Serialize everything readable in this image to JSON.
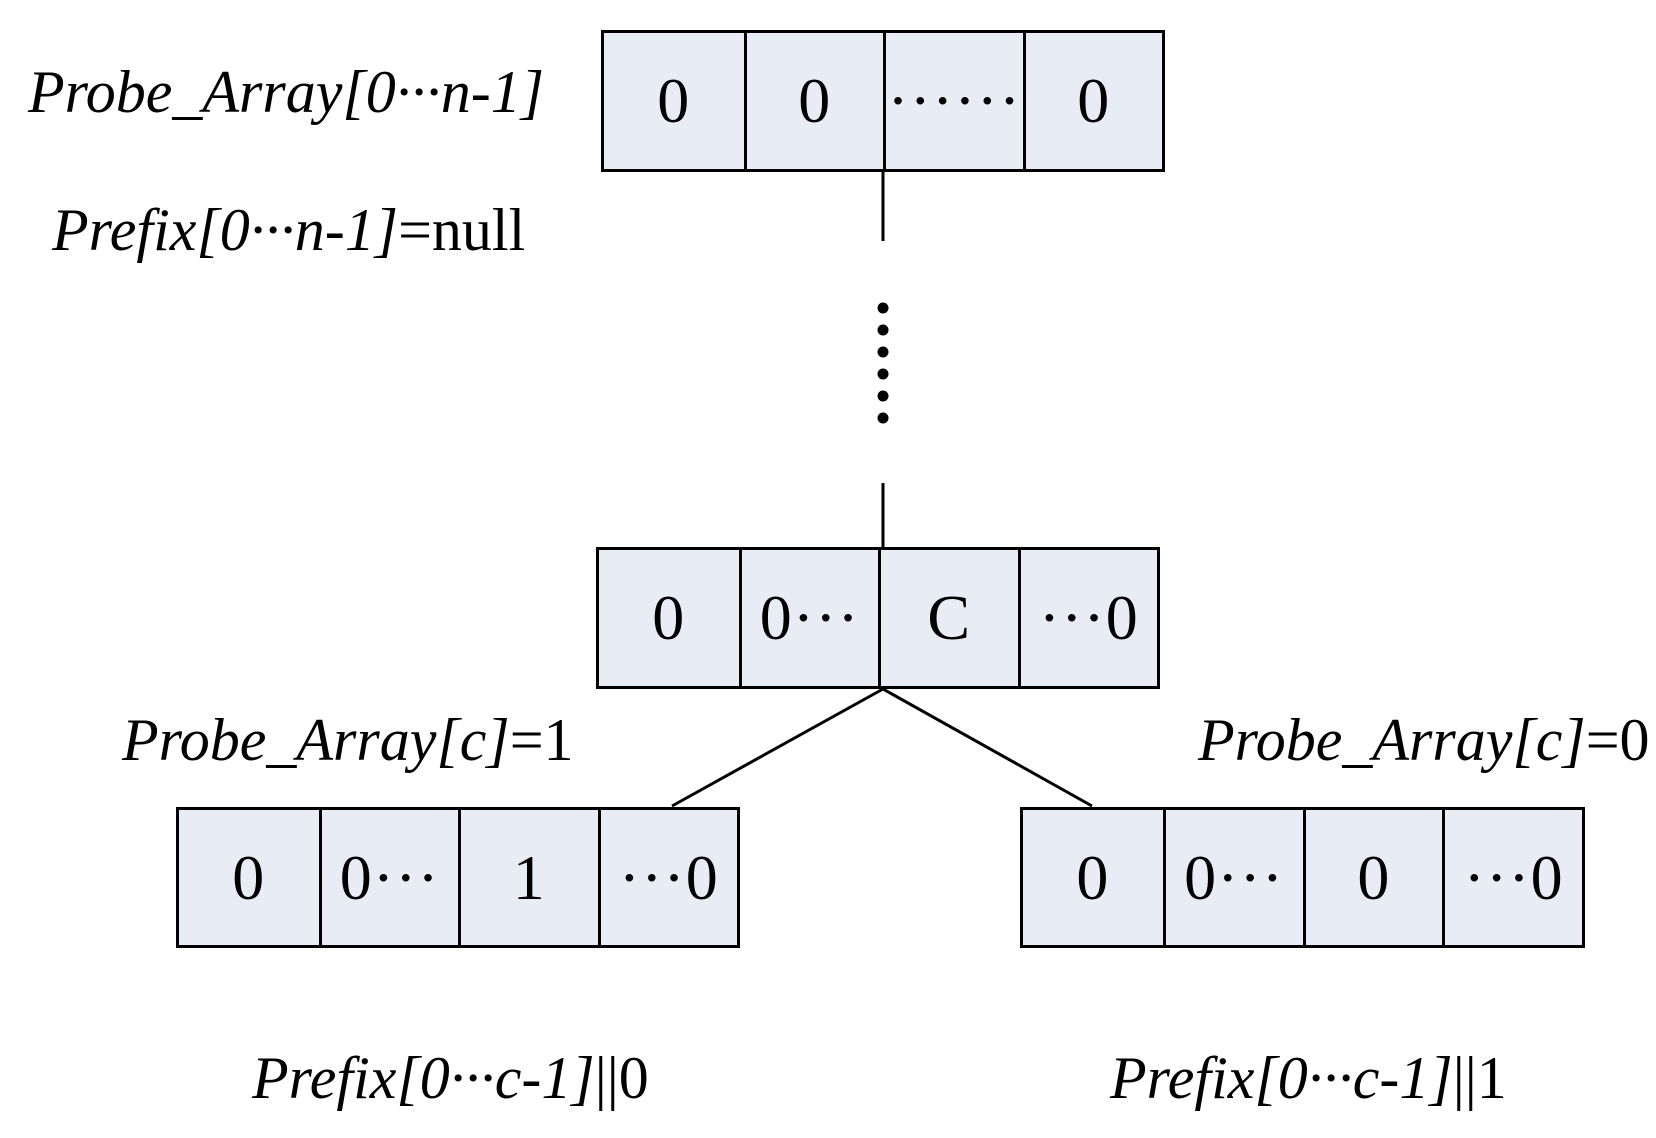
{
  "diagram": {
    "title_hint": "Prefix probe binary tree diagram",
    "colors": {
      "cell_fill": "#e8edf5",
      "line": "#000000",
      "background": "#ffffff"
    },
    "labels": {
      "top_array": {
        "italic": "Probe_Array[0···n-1]",
        "roman": ""
      },
      "prefix_null": {
        "italic": "Prefix[0···n-1]",
        "roman": "=null"
      },
      "left_branch": {
        "italic": "Probe_Array[c]",
        "roman": "=1"
      },
      "right_branch": {
        "italic": "Probe_Array[c]",
        "roman": "=0"
      },
      "left_prefix": {
        "italic": "Prefix[0···c-1]",
        "roman": "||0"
      },
      "right_prefix": {
        "italic": "Prefix[0···c-1]",
        "roman": "||1"
      }
    },
    "arrays": {
      "top": {
        "cells": [
          "0",
          "0",
          "······",
          "0"
        ]
      },
      "middle": {
        "cells": [
          "0",
          "0···",
          "C",
          "···0"
        ]
      },
      "left": {
        "cells": [
          "0",
          "0···",
          "1",
          "···0"
        ]
      },
      "right": {
        "cells": [
          "0",
          "0···",
          "0",
          "···0"
        ]
      }
    }
  }
}
